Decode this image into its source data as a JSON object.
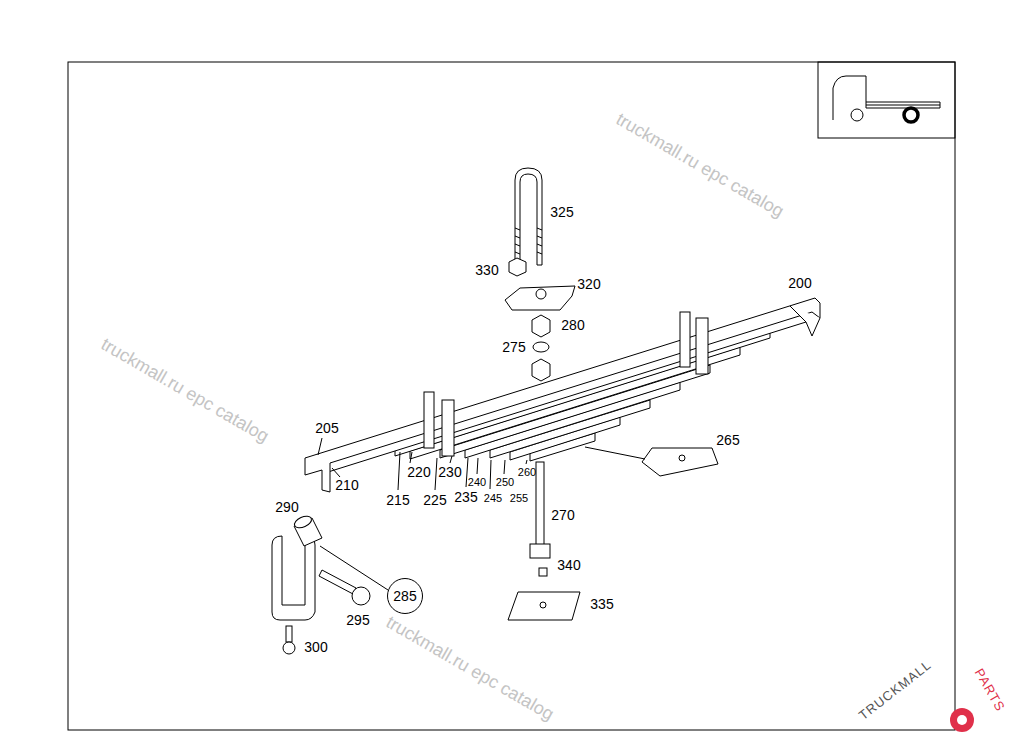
{
  "diagram": {
    "nodes": [
      {
        "text": [
          "285"
        ]
      }
    ],
    "labels": [
      "truckmall.ru epc catalog",
      "truckmall.ru epc catalog",
      "truckmall.ru epc catalog",
      "325",
      "330",
      "320",
      "200",
      "280",
      "275",
      "205",
      "220",
      "230",
      "210",
      "215",
      "225",
      "235",
      "240",
      "245",
      "250",
      "255",
      "260",
      "265",
      "270",
      "290",
      "340",
      "335",
      "295",
      "300",
      "TRUCKMALL",
      "PARTS"
    ]
  }
}
